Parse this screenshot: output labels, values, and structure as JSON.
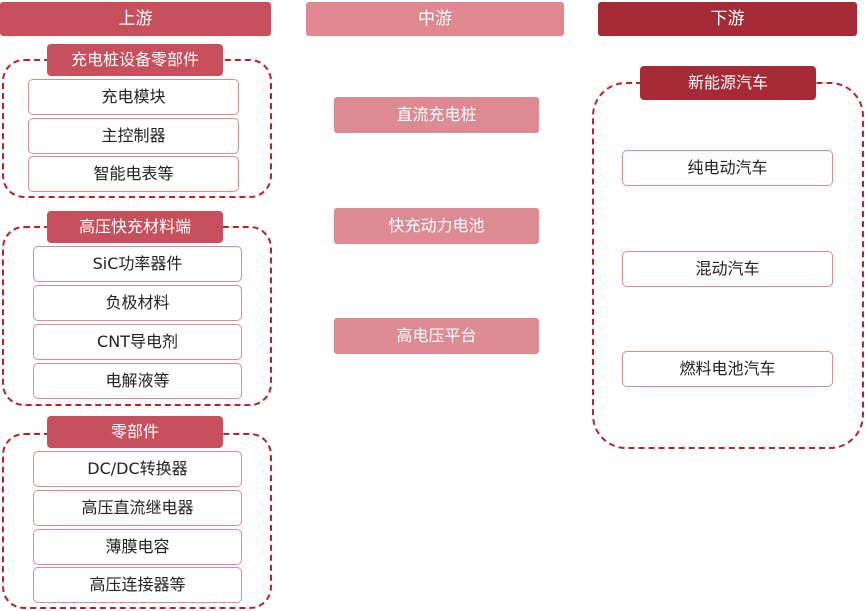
{
  "colors": {
    "upstream": "#c8505c",
    "midstream": "#e0878f",
    "downstream": "#a52a35",
    "dashed_border": "#b5232f"
  },
  "headers": {
    "upstream": "上游",
    "midstream": "中游",
    "downstream": "下游"
  },
  "upstream": {
    "groups": [
      {
        "title": "充电桩设备零部件",
        "items": [
          "充电模块",
          "主控制器",
          "智能电表等"
        ]
      },
      {
        "title": "高压快充材料端",
        "items": [
          "SiC功率器件",
          "负极材料",
          "CNT导电剂",
          "电解液等"
        ]
      },
      {
        "title": "零部件",
        "items": [
          "DC/DC转换器",
          "高压直流继电器",
          "薄膜电容",
          "高压连接器等"
        ]
      }
    ]
  },
  "midstream": {
    "items": [
      "直流充电桩",
      "快充动力电池",
      "高电压平台"
    ]
  },
  "downstream": {
    "title": "新能源汽车",
    "items": [
      "纯电动汽车",
      "混动汽车",
      "燃料电池汽车"
    ]
  }
}
